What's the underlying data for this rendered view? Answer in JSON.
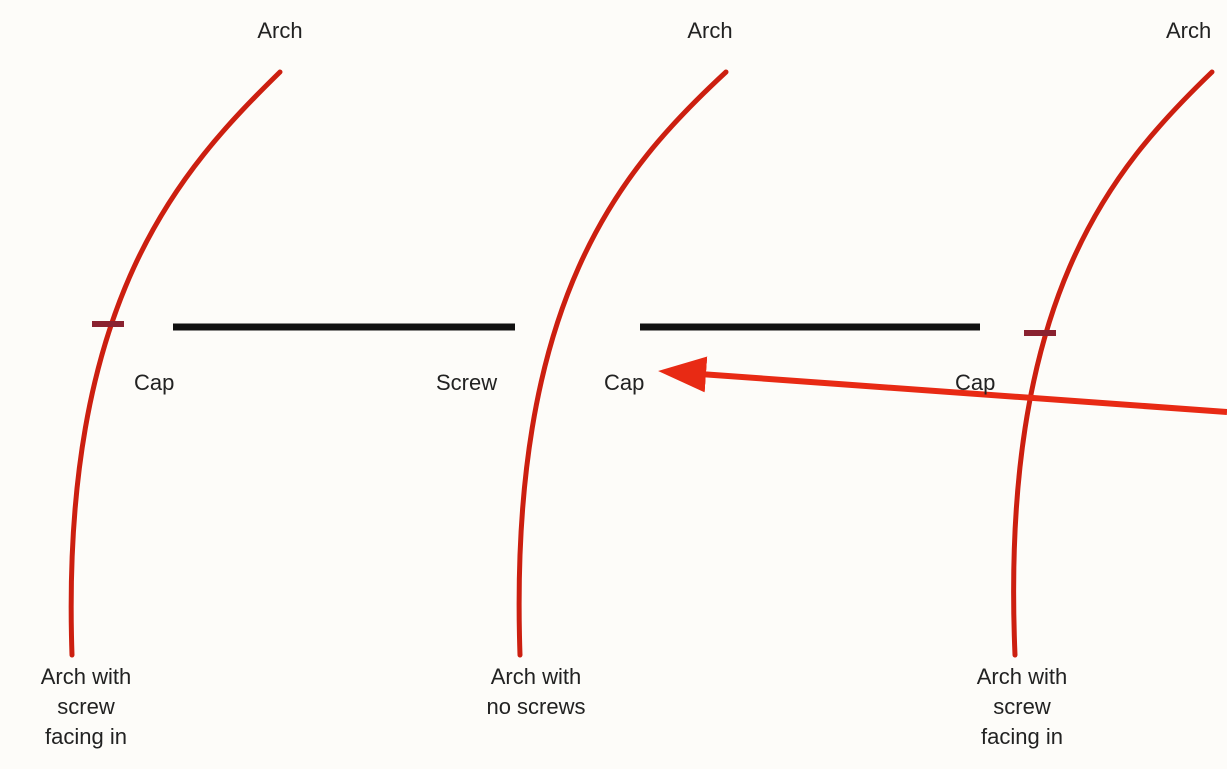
{
  "colors": {
    "arch": "#cc1f10",
    "arrow": "#e82a14",
    "bar": "#111111",
    "screw_mark": "#8a2230",
    "text": "#222222"
  },
  "arches": [
    {
      "top_label": "Arch",
      "bottom_lines": [
        "Arch with",
        "screw",
        "facing in"
      ]
    },
    {
      "top_label": "Arch",
      "bottom_lines": [
        "Arch with",
        "no screws"
      ]
    },
    {
      "top_label": "Arch",
      "bottom_lines": [
        "Arch with",
        "screw",
        "facing in"
      ]
    }
  ],
  "bar_labels": {
    "left_cap": "Cap",
    "screw": "Screw",
    "mid_cap": "Cap",
    "right_cap": "Cap"
  }
}
